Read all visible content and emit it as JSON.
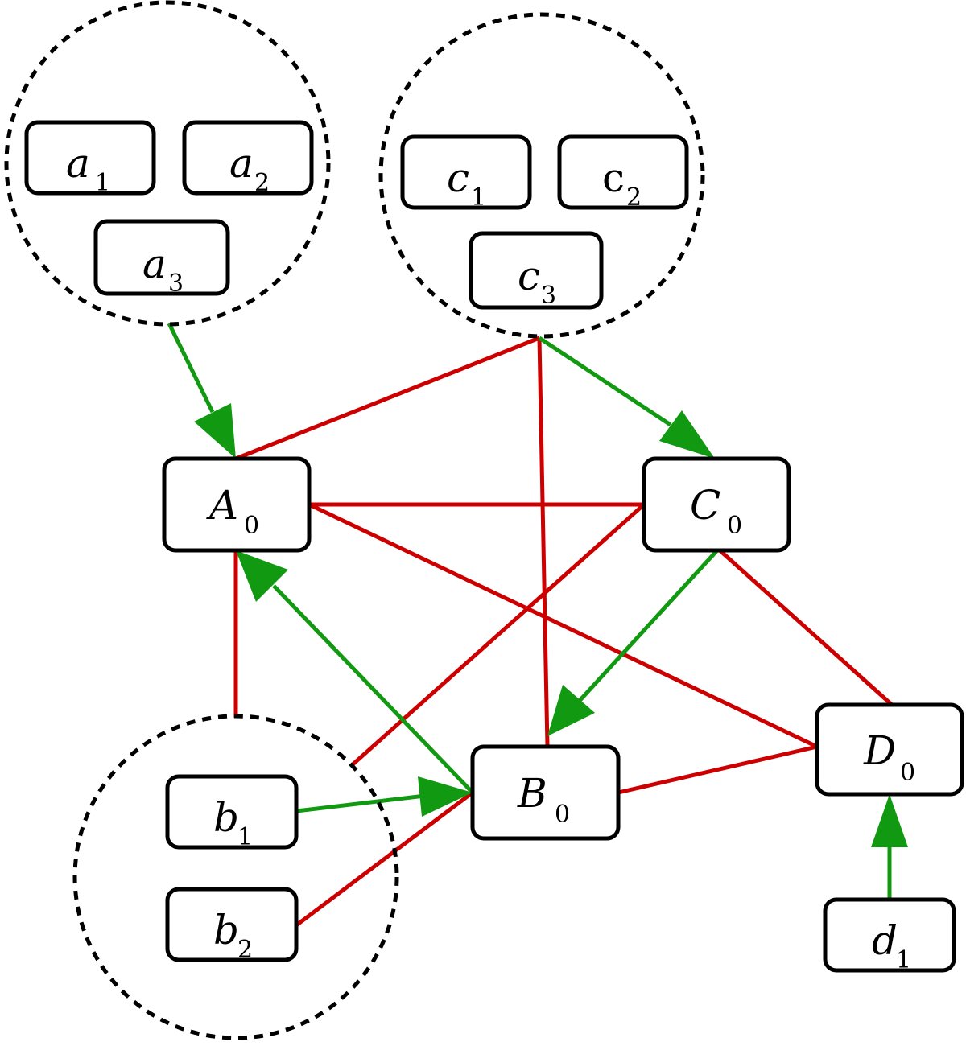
{
  "colors": {
    "relation": "#cc0000",
    "arrow": "#119911",
    "outline": "#000000"
  },
  "nodes": {
    "a1": {
      "main": "a",
      "sub": "1"
    },
    "a2": {
      "main": "a",
      "sub": "2"
    },
    "a3": {
      "main": "a",
      "sub": "3"
    },
    "c1": {
      "main": "c",
      "sub": "1"
    },
    "c2": {
      "main": "c",
      "sub": "2"
    },
    "c3": {
      "main": "c",
      "sub": "3"
    },
    "A0": {
      "main": "A",
      "sub": "0"
    },
    "C0": {
      "main": "C",
      "sub": "0"
    },
    "B0": {
      "main": "B",
      "sub": "0"
    },
    "D0": {
      "main": "D",
      "sub": "0"
    },
    "b1": {
      "main": "b",
      "sub": "1"
    },
    "b2": {
      "main": "b",
      "sub": "2"
    },
    "d1": {
      "main": "d",
      "sub": "1"
    }
  },
  "groups": [
    "group-a",
    "group-c",
    "group-b"
  ],
  "edges": {
    "red": [
      [
        "group-c",
        "A0"
      ],
      [
        "group-c",
        "B0"
      ],
      [
        "A0",
        "C0"
      ],
      [
        "A0",
        "D0"
      ],
      [
        "C0",
        "D0"
      ],
      [
        "C0",
        "group-b"
      ],
      [
        "A0",
        "group-b"
      ],
      [
        "b2",
        "B0"
      ],
      [
        "B0",
        "D0"
      ]
    ],
    "green": [
      [
        "group-a",
        "A0"
      ],
      [
        "group-c",
        "C0"
      ],
      [
        "C0",
        "B0"
      ],
      [
        "B0",
        "A0"
      ],
      [
        "b1",
        "B0"
      ],
      [
        "d1",
        "D0"
      ]
    ]
  }
}
